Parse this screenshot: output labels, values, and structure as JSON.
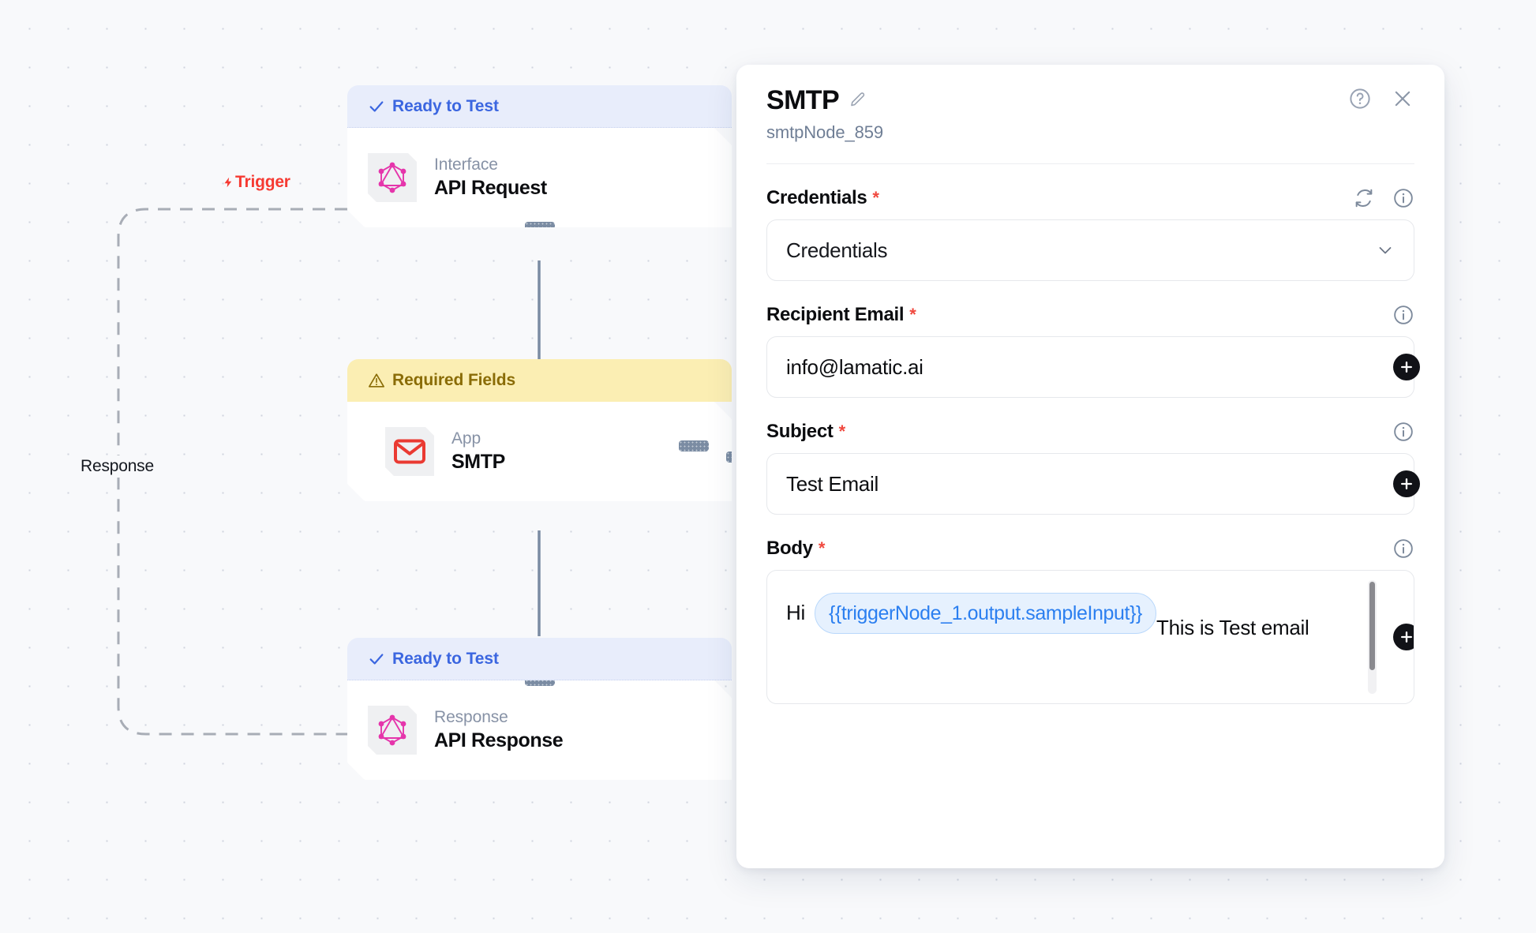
{
  "canvas": {
    "edges": [
      {
        "label": "Trigger",
        "icon": "lightning-bolt-icon",
        "color": "#f63a32"
      },
      {
        "label": "Response",
        "icon": "",
        "color": "#14181f"
      }
    ],
    "nodes": [
      {
        "id": "api-request",
        "badge": {
          "text": "Ready to Test",
          "icon": "check-icon",
          "state": "ready"
        },
        "kind": "Interface",
        "title": "API Request",
        "icon": "graphql-icon",
        "selected": false
      },
      {
        "id": "smtp",
        "badge": {
          "text": "Required Fields",
          "icon": "warning-triangle-icon",
          "state": "warn"
        },
        "kind": "App",
        "title": "SMTP",
        "icon": "envelope-icon",
        "selected": true
      },
      {
        "id": "api-response",
        "badge": {
          "text": "Ready to Test",
          "icon": "check-icon",
          "state": "ready"
        },
        "kind": "Response",
        "title": "API Response",
        "icon": "graphql-icon",
        "selected": false
      }
    ]
  },
  "panel": {
    "title": "SMTP",
    "edit_icon": "pencil-icon",
    "subtitle": "smtpNode_859",
    "help_icon": "help-circle-icon",
    "close_icon": "close-icon",
    "fields": [
      {
        "label": "Credentials",
        "required": true,
        "actions": [
          "refresh-icon",
          "info-icon"
        ],
        "type": "select",
        "value": "Credentials",
        "chevron": "chevron-down-icon"
      },
      {
        "label": "Recipient Email",
        "required": true,
        "actions": [
          "info-icon"
        ],
        "type": "text",
        "value": "info@lamatic.ai",
        "plus": "add-icon"
      },
      {
        "label": "Subject",
        "required": true,
        "actions": [
          "info-icon"
        ],
        "type": "text",
        "value": "Test Email",
        "plus": "add-icon"
      },
      {
        "label": "Body",
        "required": true,
        "actions": [
          "info-icon"
        ],
        "type": "textarea",
        "value_prefix": "Hi",
        "value_token": "{{triggerNode_1.output.sampleInput}}",
        "value_line2": "This is Test email",
        "plus": "add-icon"
      }
    ]
  },
  "colors": {
    "ready_badge_bg": "#e8edfb",
    "ready_badge_text": "#3b66e0",
    "warn_badge_bg": "#fbeeb3",
    "warn_badge_text": "#8a6c06",
    "required_star": "#f0483e",
    "token_text": "#2b7ff0",
    "token_bg": "#e6f1fe",
    "trigger_label": "#f63a32",
    "graphql_pink": "#e535ab",
    "envelope_red": "#ea3a32",
    "selected_border": "#62778f",
    "handle": "#7b8ca3"
  }
}
